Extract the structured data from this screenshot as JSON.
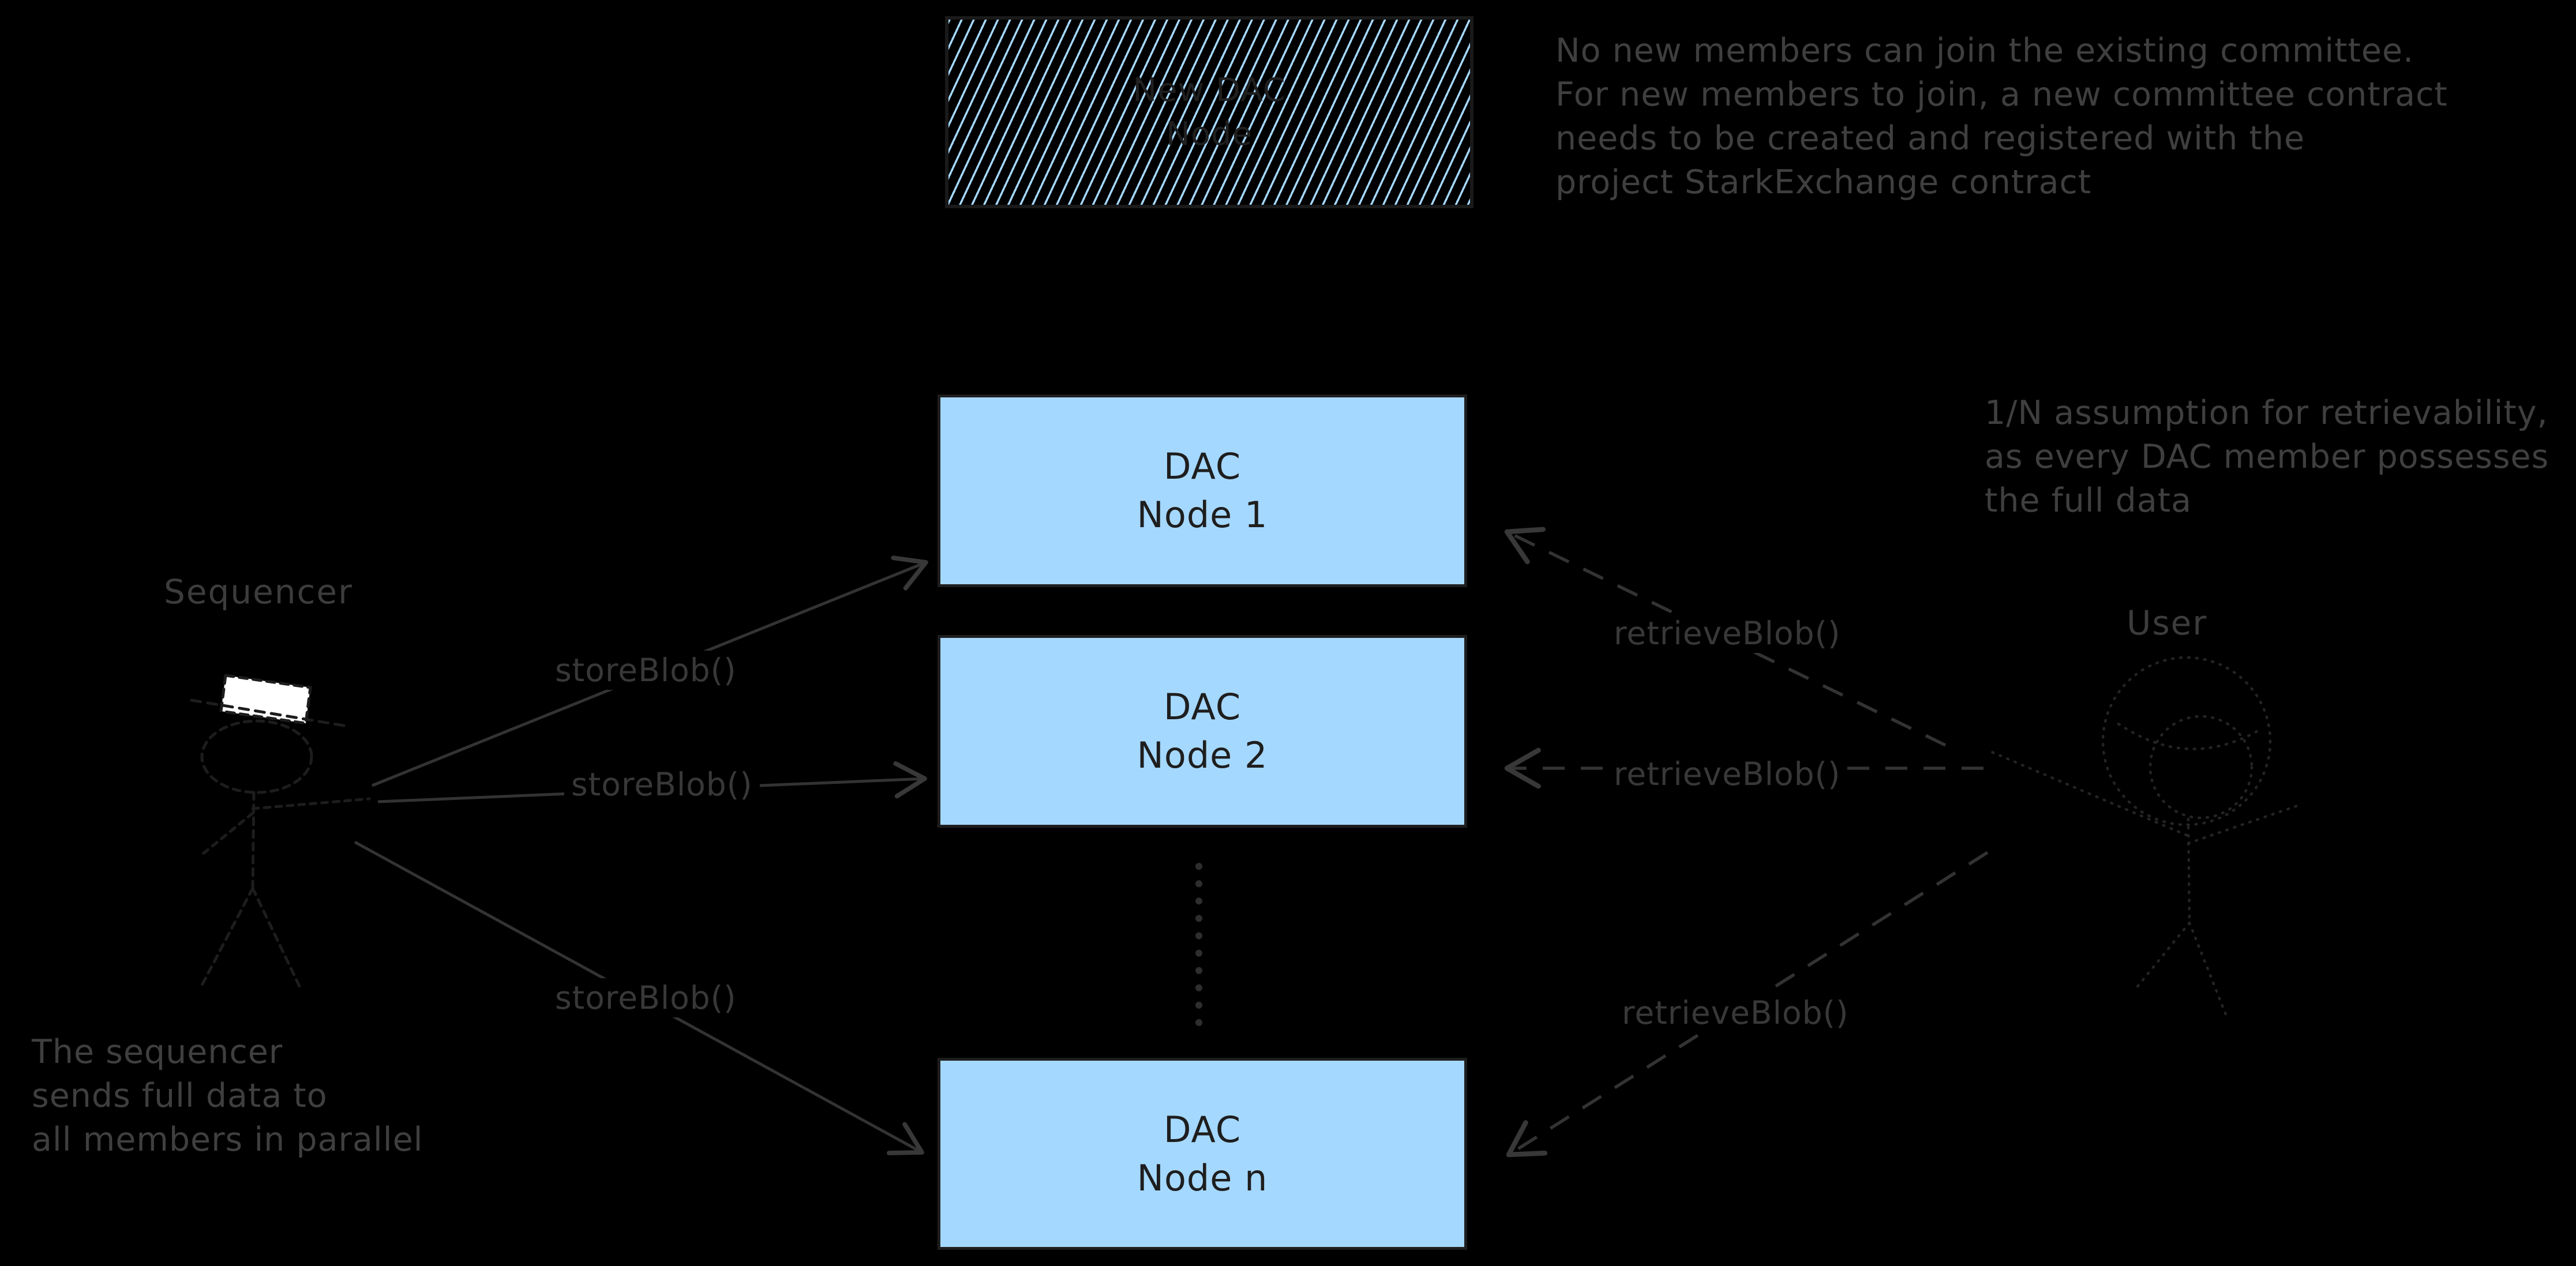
{
  "colors": {
    "background": "#000000",
    "node_fill": "#a5d8ff",
    "ink_dark": "#1e1e1e",
    "ink_gray": "#3f3f3f",
    "hat_white": "#ffffff"
  },
  "new_dac_box": {
    "line1": "New DAC",
    "line2": "Node"
  },
  "nodes": [
    {
      "line1": "DAC",
      "line2": "Node 1"
    },
    {
      "line1": "DAC",
      "line2": "Node 2"
    },
    {
      "line1": "DAC",
      "line2": "Node n"
    }
  ],
  "actors": {
    "sequencer": {
      "label": "Sequencer"
    },
    "user": {
      "label": "User"
    }
  },
  "edges": {
    "store": {
      "label": "storeBlob()"
    },
    "retrieve": {
      "label": "retrieveBlob()"
    }
  },
  "notes": {
    "committee": {
      "lines": [
        "No new members can join the existing committee.",
        "For new members to join, a new committee contract",
        "needs to be created and registered with the",
        "project StarkExchange contract"
      ]
    },
    "retrievability": {
      "lines": [
        "1/N assumption for retrievability,",
        "as every DAC member possesses",
        "the full data"
      ]
    },
    "parallel": {
      "lines": [
        "The sequencer",
        "sends full data to",
        "all members in parallel"
      ]
    }
  }
}
